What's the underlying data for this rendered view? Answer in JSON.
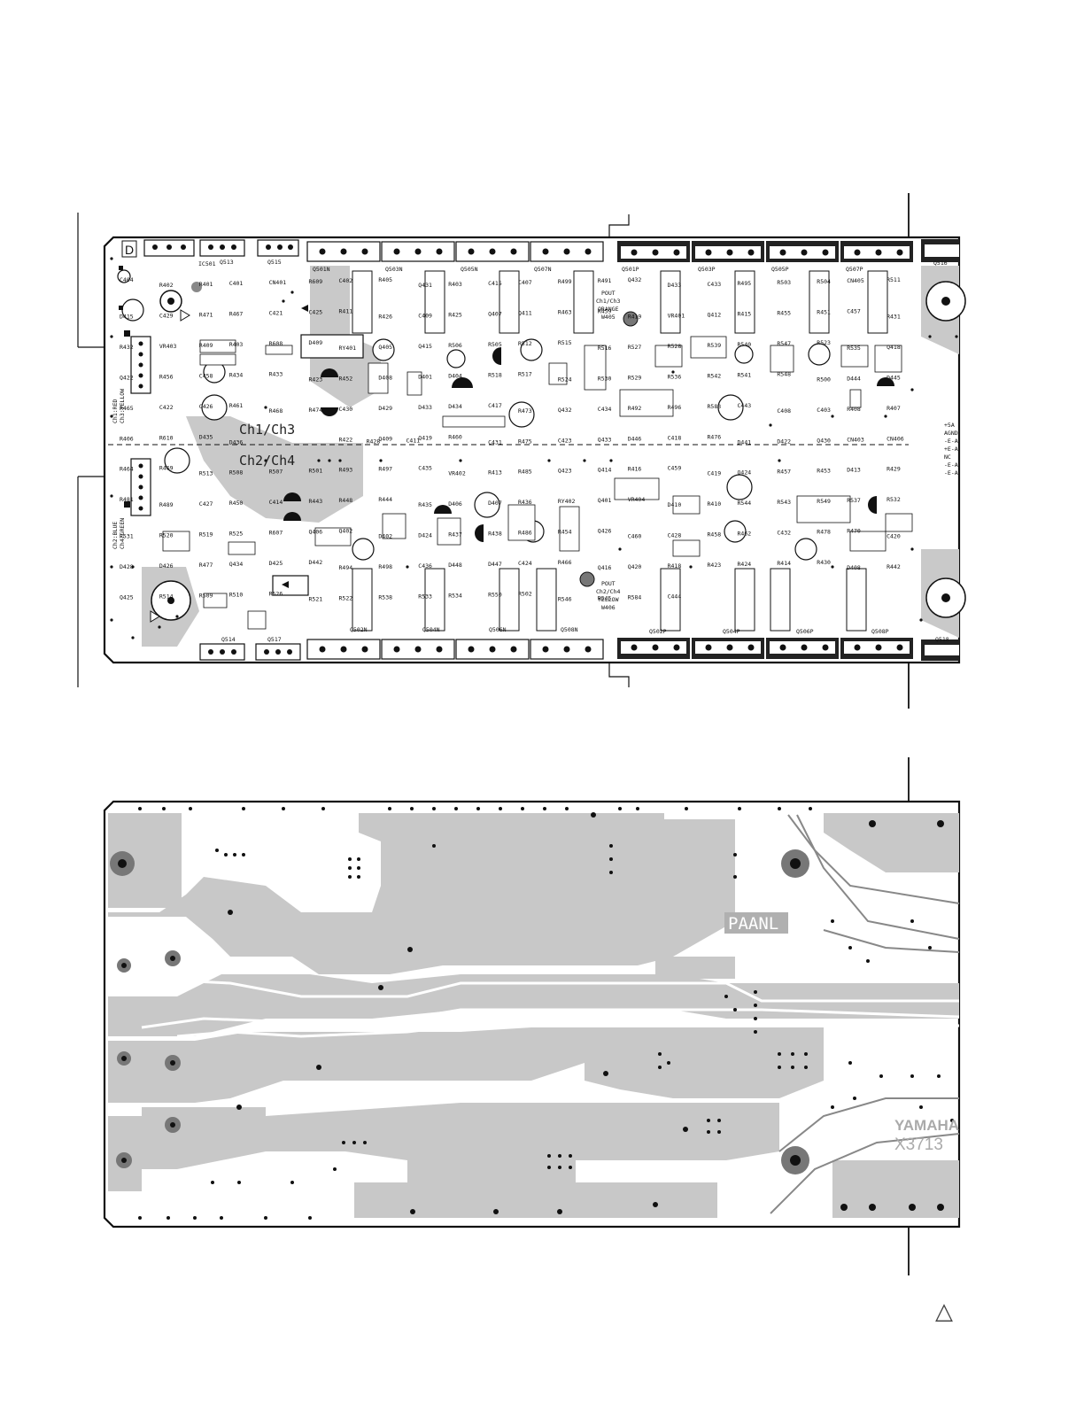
{
  "top_board": {
    "section_labels": [
      "Ch1/Ch3",
      "Ch2/Ch4"
    ],
    "corner_mark": "D",
    "pout_top": {
      "line1": "POUT",
      "line2": "Ch1/Ch3",
      "line3": "ORANGE",
      "line4": "W405"
    },
    "pout_bottom": {
      "line1": "POUT",
      "line2": "Ch2/Ch4",
      "line3": "YELLOW",
      "line4": "W406"
    },
    "cn401_label": {
      "line1": "Ch1:RED",
      "line2": "Ch3:YELLOW"
    },
    "cn403_label": {
      "line1": "Ch2:BLUE",
      "line2": "Ch4:GREEN"
    },
    "transistors_top": [
      "Q501N",
      "Q503N",
      "Q505N",
      "Q507N",
      "Q501P",
      "Q503P",
      "Q505P",
      "Q507P",
      "Q516"
    ],
    "transistors_bottom": [
      "Q502N",
      "Q504N",
      "Q506N",
      "Q508N",
      "Q502P",
      "Q504P",
      "Q506P",
      "Q508P",
      "Q518"
    ],
    "small_top": [
      "Q513",
      "Q515",
      "IC501"
    ],
    "small_bottom": [
      "Q514",
      "Q517"
    ],
    "edge_text": [
      "+5A",
      "AGND",
      "-E-A",
      "+E-A",
      "NC",
      "-E-A",
      "-E-A"
    ],
    "components": [
      "C404",
      "R402",
      "R401",
      "C401",
      "CN401",
      "R609",
      "C402",
      "R405",
      "Q431",
      "R403",
      "C415",
      "C407",
      "R499",
      "R491",
      "Q432",
      "D433",
      "C433",
      "R495",
      "R503",
      "R504",
      "CN405",
      "R511",
      "D415",
      "C429",
      "R471",
      "R467",
      "C421",
      "C425",
      "R411",
      "R426",
      "C409",
      "R425",
      "Q407",
      "Q411",
      "R463",
      "R459",
      "R419",
      "VR401",
      "Q412",
      "R415",
      "R455",
      "R451",
      "C457",
      "R431",
      "R432",
      "VR403",
      "R409",
      "R403",
      "R608",
      "D409",
      "RY401",
      "Q405",
      "Q415",
      "R506",
      "R505",
      "R512",
      "R515",
      "R516",
      "R527",
      "R528",
      "R539",
      "R540",
      "R547",
      "R523",
      "R535",
      "Q418",
      "Q422",
      "R456",
      "C458",
      "R434",
      "R433",
      "R423",
      "R452",
      "D408",
      "D401",
      "D404",
      "R518",
      "R517",
      "R524",
      "R530",
      "R529",
      "R536",
      "R542",
      "R541",
      "R548",
      "R500",
      "D444",
      "D445",
      "R465",
      "C422",
      "C426",
      "R461",
      "R468",
      "R474",
      "C430",
      "D429",
      "D433",
      "D434",
      "C417",
      "R473",
      "Q432",
      "C434",
      "R492",
      "R496",
      "R583",
      "C443",
      "C408",
      "C403",
      "R408",
      "R407",
      "R406",
      "R610",
      "D435",
      "D436",
      "R428",
      "C411",
      "R422",
      "Q409",
      "Q419",
      "R460",
      "C431",
      "R475",
      "C423",
      "Q433",
      "D446",
      "C418",
      "R476",
      "D441",
      "D422",
      "Q430",
      "CN403",
      "CN406",
      "R464",
      "R469",
      "R513",
      "R508",
      "R507",
      "R501",
      "R493",
      "R497",
      "C435",
      "VR402",
      "R413",
      "R485",
      "Q423",
      "Q414",
      "R416",
      "C459",
      "C419",
      "Q424",
      "R457",
      "R453",
      "D413",
      "R429",
      "R481",
      "R489",
      "C427",
      "R450",
      "C414",
      "R443",
      "R448",
      "R444",
      "R435",
      "D406",
      "D407",
      "R436",
      "RY402",
      "Q401",
      "VR404",
      "D410",
      "R410",
      "R544",
      "R543",
      "R549",
      "R537",
      "R532",
      "R531",
      "R520",
      "R519",
      "R525",
      "R607",
      "Q406",
      "Q402",
      "D402",
      "D424",
      "R437",
      "R438",
      "R486",
      "R454",
      "Q426",
      "C460",
      "C428",
      "R458",
      "R462",
      "C432",
      "R478",
      "R470",
      "C420",
      "D428",
      "D426",
      "R477",
      "Q434",
      "D425",
      "D442",
      "R494",
      "R498",
      "C436",
      "D448",
      "D447",
      "C424",
      "R466",
      "Q416",
      "Q420",
      "R418",
      "R423",
      "R424",
      "R414",
      "R430",
      "D408",
      "R442",
      "Q425",
      "R514",
      "R509",
      "R510",
      "R526",
      "R521",
      "R522",
      "R538",
      "R533",
      "R534",
      "R550",
      "R502",
      "R546",
      "R545",
      "R584",
      "C444"
    ]
  },
  "bottom_board": {
    "silk_label": "PAANL",
    "brand": "YAMAHA",
    "board_code": "X3713"
  },
  "footer": {
    "mark": "△"
  }
}
